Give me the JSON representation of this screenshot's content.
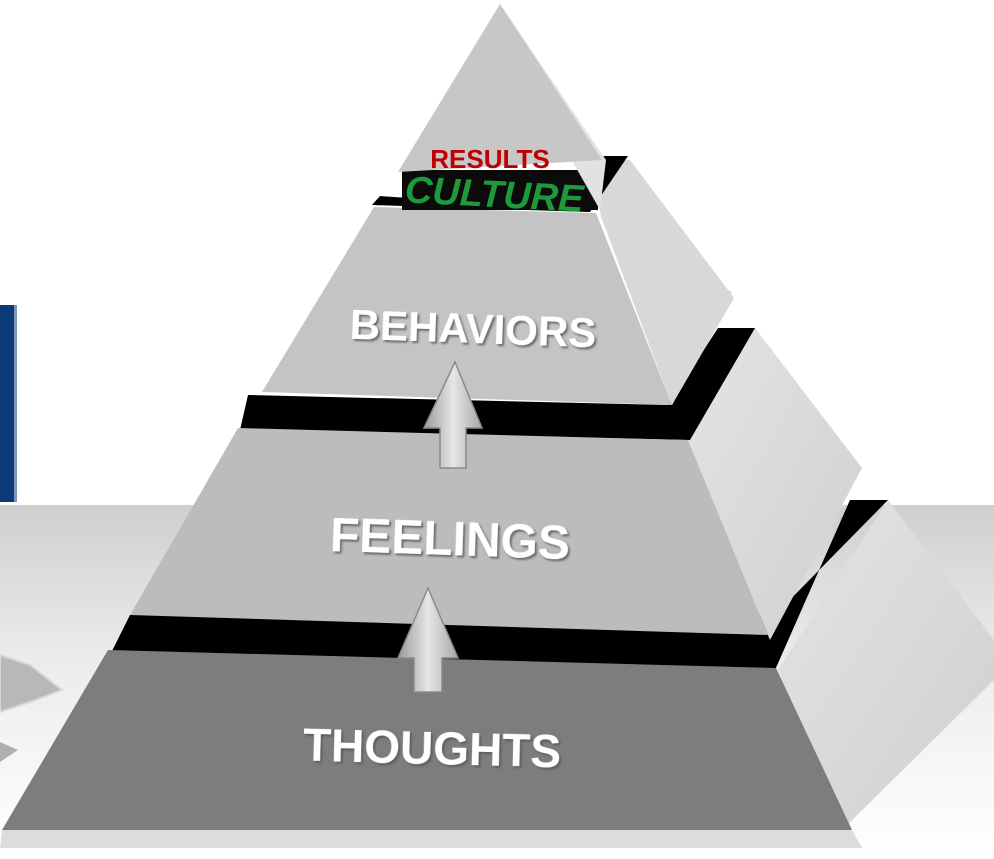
{
  "diagram": {
    "levels": [
      {
        "id": "results",
        "label": "RESULTS",
        "color": "#c00000"
      },
      {
        "id": "culture",
        "label": "CULTURE",
        "color": "#1e9a3c"
      },
      {
        "id": "behaviors",
        "label": "BEHAVIORS",
        "color": "#ffffff"
      },
      {
        "id": "feelings",
        "label": "FEELINGS",
        "color": "#ffffff"
      },
      {
        "id": "thoughts",
        "label": "THOUGHTS",
        "color": "#ffffff"
      }
    ],
    "colors": {
      "left_panel": "#0b3a78",
      "face_light": "#c4c4c4",
      "face_mid": "#bcbcbc",
      "face_dark": "#7d7d7d",
      "side_face": "#dcdcdc",
      "ledge": "#000000",
      "arrow": "#c8c8c8"
    },
    "arrows": [
      {
        "from": "feelings",
        "to": "behaviors",
        "icon": "up-arrow-icon"
      },
      {
        "from": "thoughts",
        "to": "feelings",
        "icon": "up-arrow-icon"
      }
    ]
  }
}
